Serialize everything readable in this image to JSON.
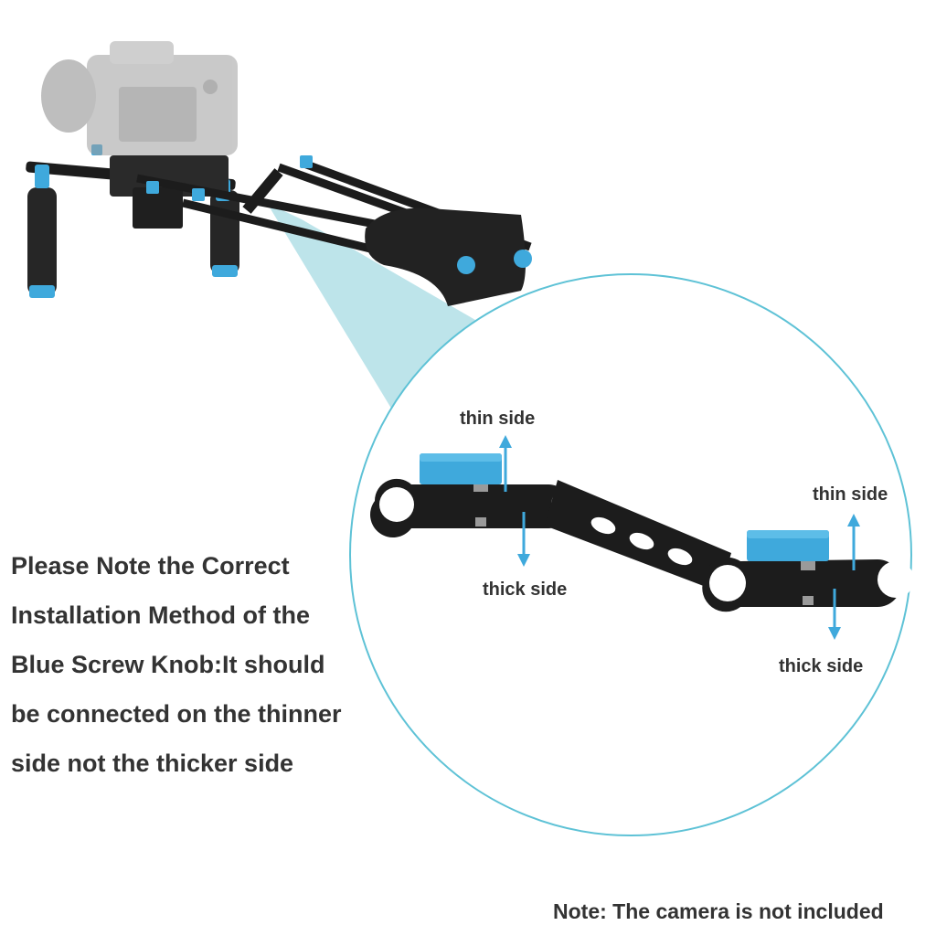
{
  "colors": {
    "accent_blue": "#3fa9dc",
    "cone_blue": "#b2dfe6",
    "circle_outline": "#5ec2d6",
    "rig_black": "#1c1c1c",
    "camera_gray": "#bdbdbd",
    "text": "#333333"
  },
  "product": {
    "camera": "camera-body",
    "rig": "shoulder-rig"
  },
  "labels": {
    "left_thin": "thin side",
    "left_thick": "thick side",
    "right_thin": "thin side",
    "right_thick": "thick side"
  },
  "note": {
    "lines": [
      "Please Note the Correct",
      "Installation Method of the",
      "Blue Screw Knob:It should",
      "be connected on the thinner",
      "side not the thicker side"
    ]
  },
  "footer": {
    "text": "Note: The camera is not included"
  }
}
